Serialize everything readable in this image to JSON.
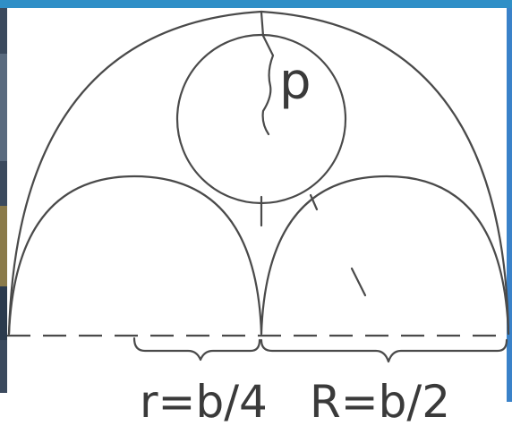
{
  "labels": {
    "inscribed_radius": "p",
    "small_radius": "r=b/4",
    "large_radius": "R=b/2"
  },
  "colors": {
    "top_bar": "#2f8fc7",
    "line": "#4a4a4a",
    "text": "#3a3a3a",
    "background": "#ffffff"
  }
}
